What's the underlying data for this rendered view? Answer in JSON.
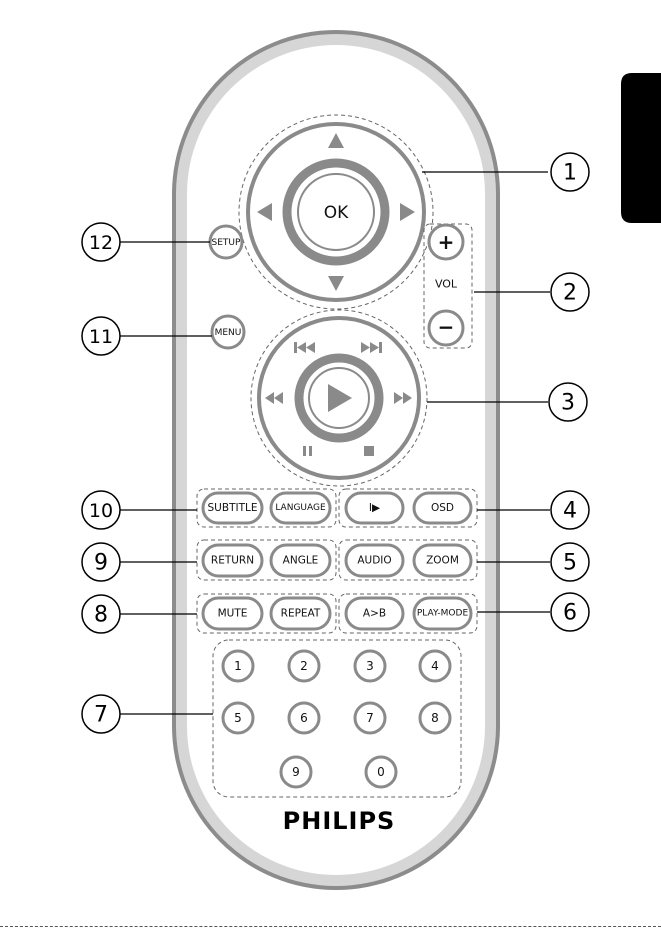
{
  "brand": "PHILIPS",
  "dpad": {
    "ok": "OK"
  },
  "side_buttons": {
    "setup": "SETUP",
    "menu": "MENU"
  },
  "volume": {
    "label": "VOL",
    "plus": "+",
    "minus": "−"
  },
  "row_buttons": {
    "subtitle": "SUBTITLE",
    "language": "LANGUAGE",
    "slow": "I▶",
    "osd": "OSD",
    "return": "RETURN",
    "angle": "ANGLE",
    "audio": "AUDIO",
    "zoom": "ZOOM",
    "mute": "MUTE",
    "repeat": "REPEAT",
    "ab": "A>B",
    "playmode": "PLAY-MODE"
  },
  "numbers": [
    "1",
    "2",
    "3",
    "4",
    "5",
    "6",
    "7",
    "8",
    "9",
    "0"
  ],
  "callouts": [
    "1",
    "2",
    "3",
    "4",
    "5",
    "6",
    "7",
    "8",
    "9",
    "10",
    "11",
    "12"
  ],
  "colors": {
    "body_outline": "#8a8a8a",
    "body_fill": "#d4d4d4",
    "panel": "#ffffff",
    "button_outline": "#8a8a8a",
    "tab": "#000000"
  }
}
